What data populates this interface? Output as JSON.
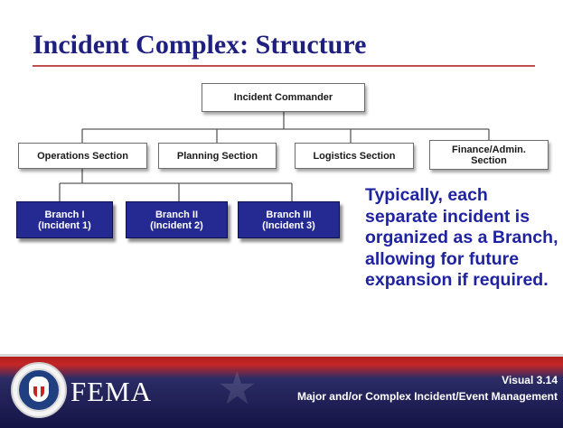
{
  "slide": {
    "title": "Incident Complex:  Structure",
    "org_chart": {
      "commander": "Incident Commander",
      "sections": [
        "Operations Section",
        "Planning Section",
        "Logistics Section",
        "Finance/Admin. Section"
      ],
      "branches": [
        "Branch I\n(Incident 1)",
        "Branch II\n(Incident 2)",
        "Branch III\n(Incident 3)"
      ]
    },
    "note": "Typically, each separate incident is organized as a Branch, allowing for future expansion if required."
  },
  "footer": {
    "logo_text": "FEMA",
    "visual_number": "Visual 3.14",
    "course_title": "Major and/or Complex Incident/Event Management",
    "seal_icon": "dhs-seal-icon",
    "colors": {
      "accent_red": "#c42626",
      "navy": "#1f1f80",
      "branch_fill": "#252a92"
    }
  }
}
